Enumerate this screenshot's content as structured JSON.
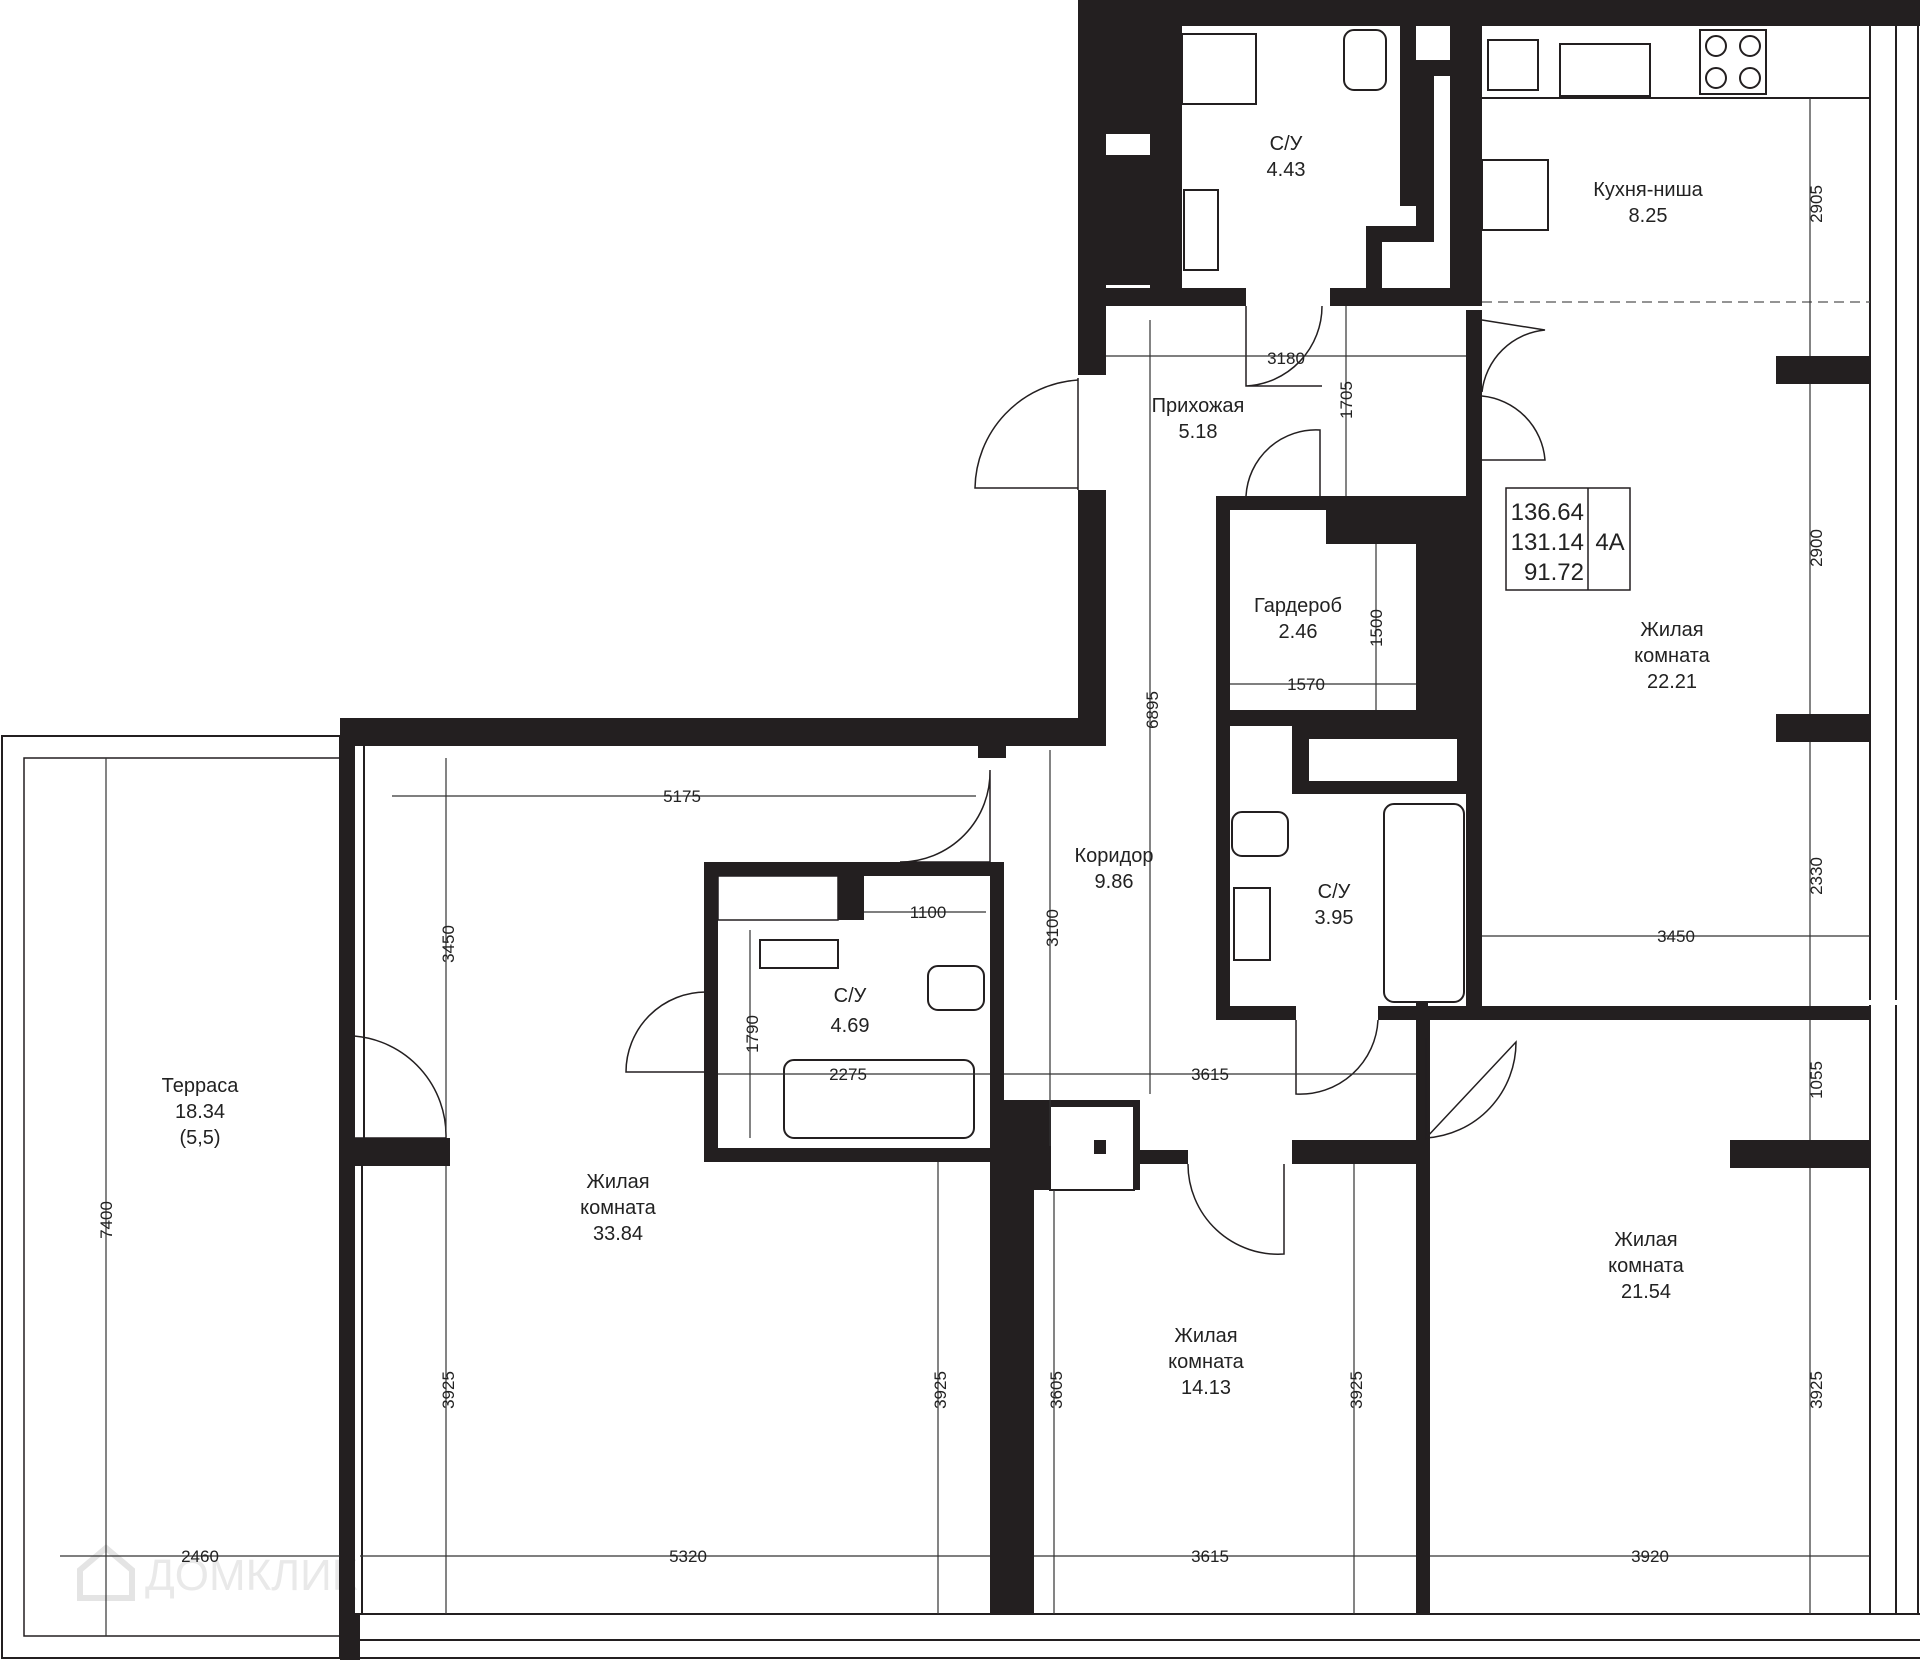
{
  "watermark": "ДОМКЛИК",
  "summary": {
    "total_area": "136.64",
    "living_area_total": "131.14",
    "living_area": "91.72",
    "type": "4А"
  },
  "rooms": {
    "bath_top": {
      "name": "С/У",
      "area": "4.43"
    },
    "kitchen": {
      "name": "Кухня-ниша",
      "area": "8.25"
    },
    "hall": {
      "name": "Прихожая",
      "area": "5.18"
    },
    "wardrobe": {
      "name": "Гардероб",
      "area": "2.46"
    },
    "living_right_top": {
      "name1": "Жилая",
      "name2": "комната",
      "area": "22.21"
    },
    "bath_mid": {
      "name": "С/У",
      "area": "3.95"
    },
    "corridor": {
      "name": "Коридор",
      "area": "9.86"
    },
    "bath_left": {
      "name": "С/У",
      "area": "4.69"
    },
    "terrace": {
      "name": "Терраса",
      "area": "18.34",
      "coef": "(5,5)"
    },
    "living_big": {
      "name1": "Жилая",
      "name2": "комната",
      "area": "33.84"
    },
    "living_mid": {
      "name1": "Жилая",
      "name2": "комната",
      "area": "14.13"
    },
    "living_right_bottom": {
      "name1": "Жилая",
      "name2": "комната",
      "area": "21.54"
    }
  },
  "dimensions": {
    "d2905": "2905",
    "d3180": "3180",
    "d1705": "1705",
    "d2900": "2900",
    "d1500": "1500",
    "d1570": "1570",
    "d6895": "6895",
    "d5175": "5175",
    "d3450_left": "3450",
    "d1100": "1100",
    "d3100": "3100",
    "d2330": "2330",
    "d3450_right": "3450",
    "d1790": "1790",
    "d2275": "2275",
    "d3615_top": "3615",
    "d1055": "1055",
    "d7400": "7400",
    "d3925_a": "3925",
    "d3925_b": "3925",
    "d3605": "3605",
    "d3925_c": "3925",
    "d3925_d": "3925",
    "d2460": "2460",
    "d5320": "5320",
    "d3615_bottom": "3615",
    "d3920": "3920"
  }
}
